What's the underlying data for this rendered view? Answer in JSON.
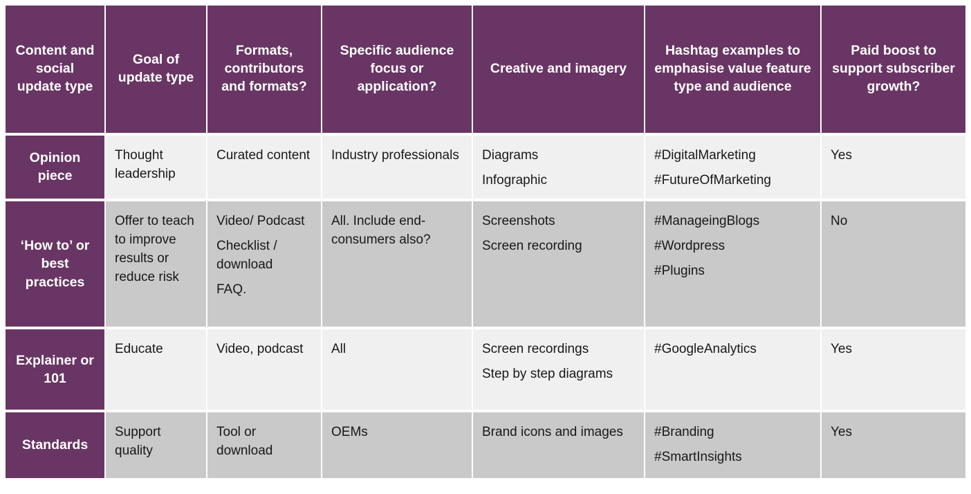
{
  "table": {
    "columns": [
      "Content and social update type",
      "Goal of update type",
      "Formats, contributors and formats?",
      "Specific audience focus or application?",
      "Creative and imagery",
      "Hashtag examples to emphasise value feature type and audience",
      "Paid boost to support subscriber growth?"
    ],
    "header_colors": {
      "background": "#693564",
      "text": "#ffffff"
    },
    "band_colors": {
      "light": "#f0f0f0",
      "gray": "#c9c9c9"
    },
    "rows": [
      {
        "type": "Opinion piece",
        "goal": [
          "Thought leadership"
        ],
        "formats": [
          "Curated content"
        ],
        "audience": [
          "Industry professionals"
        ],
        "creative": [
          "Diagrams",
          "Infographic"
        ],
        "hashtags": [
          "#DigitalMarketing",
          "#FutureOfMarketing"
        ],
        "paid_boost": [
          "Yes"
        ]
      },
      {
        "type": "‘How to’ or best practices",
        "goal": [
          "Offer to teach to improve results or reduce risk"
        ],
        "formats": [
          "Video/ Podcast",
          "Checklist / download",
          "FAQ."
        ],
        "audience": [
          "All. Include end-consumers also?"
        ],
        "creative": [
          "Screenshots",
          "Screen recording"
        ],
        "hashtags": [
          "#ManageingBlogs",
          "#Wordpress",
          "#Plugins"
        ],
        "paid_boost": [
          "No"
        ]
      },
      {
        "type": "Explainer or 101",
        "goal": [
          "Educate"
        ],
        "formats": [
          "Video, podcast"
        ],
        "audience": [
          "All"
        ],
        "creative": [
          "Screen recordings",
          "Step by step diagrams"
        ],
        "hashtags": [
          "#GoogleAnalytics"
        ],
        "paid_boost": [
          "Yes"
        ]
      },
      {
        "type": "Standards",
        "goal": [
          "Support quality"
        ],
        "formats": [
          "Tool or download"
        ],
        "audience": [
          "OEMs"
        ],
        "creative": [
          "Brand icons and images"
        ],
        "hashtags": [
          "#Branding",
          "#SmartInsights"
        ],
        "paid_boost": [
          "Yes"
        ]
      }
    ]
  }
}
